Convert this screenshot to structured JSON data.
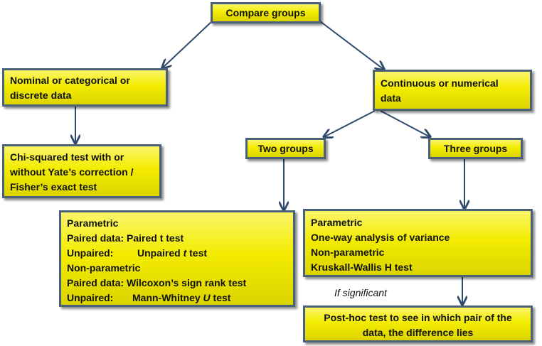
{
  "root": {
    "label": "Compare groups"
  },
  "nominal": {
    "lines": [
      "Nominal or categorical or",
      "discrete data"
    ]
  },
  "continuous": {
    "lines": [
      "Continuous or numerical",
      "data"
    ]
  },
  "chi": {
    "lines": [
      "Chi-squared test with or",
      "without Yate’s correction /",
      "Fisher’s exact test"
    ]
  },
  "two_groups": {
    "label": "Two groups"
  },
  "three_groups": {
    "label": "Three groups"
  },
  "two_tests": {
    "parametric": "Parametric",
    "paired_label": "Paired data:",
    "paired_test": "Paired t test",
    "unpaired_label": "Unpaired:",
    "unpaired_test_pre": "Unpaired ",
    "unpaired_test_italic": "t",
    "unpaired_test_post": " test",
    "nonparametric": "Non-parametric",
    "paired_np_label": "Paired data:",
    "paired_np_test": "Wilcoxon’s sign rank test",
    "unpaired_np_label": "Unpaired:",
    "unpaired_np_pre": "Mann-Whitney ",
    "unpaired_np_italic": "U",
    "unpaired_np_post": " test"
  },
  "three_tests": {
    "lines": [
      "Parametric",
      "One-way analysis of variance",
      "Non-parametric",
      "Kruskall-Wallis  H test"
    ]
  },
  "note": "If significant",
  "posthoc": {
    "lines": [
      "Post-hoc test to see in which pair of the",
      "data, the difference lies"
    ]
  },
  "colors": {
    "box_fill": "#f3ec00",
    "box_border": "#4a6178",
    "arrow": "#2e4a6b"
  }
}
